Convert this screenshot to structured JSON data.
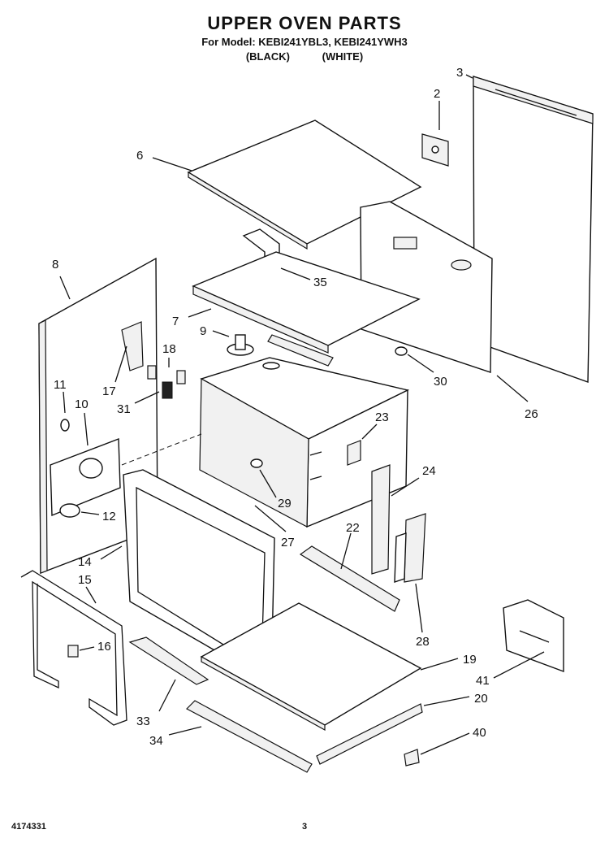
{
  "header": {
    "title": "UPPER OVEN PARTS",
    "for_model": "For Model: KEBI241YBL3, KEBI241YWH3",
    "variant_black": "(BLACK)",
    "variant_white": "(WHITE)"
  },
  "footer": {
    "doc_number": "4174331",
    "page_number": "3"
  },
  "callouts": [
    "3",
    "2",
    "6",
    "35",
    "8",
    "7",
    "9",
    "18",
    "30",
    "26",
    "17",
    "11",
    "10",
    "31",
    "23",
    "24",
    "29",
    "12",
    "27",
    "22",
    "14",
    "15",
    "28",
    "16",
    "19",
    "41",
    "20",
    "33",
    "34",
    "40"
  ]
}
